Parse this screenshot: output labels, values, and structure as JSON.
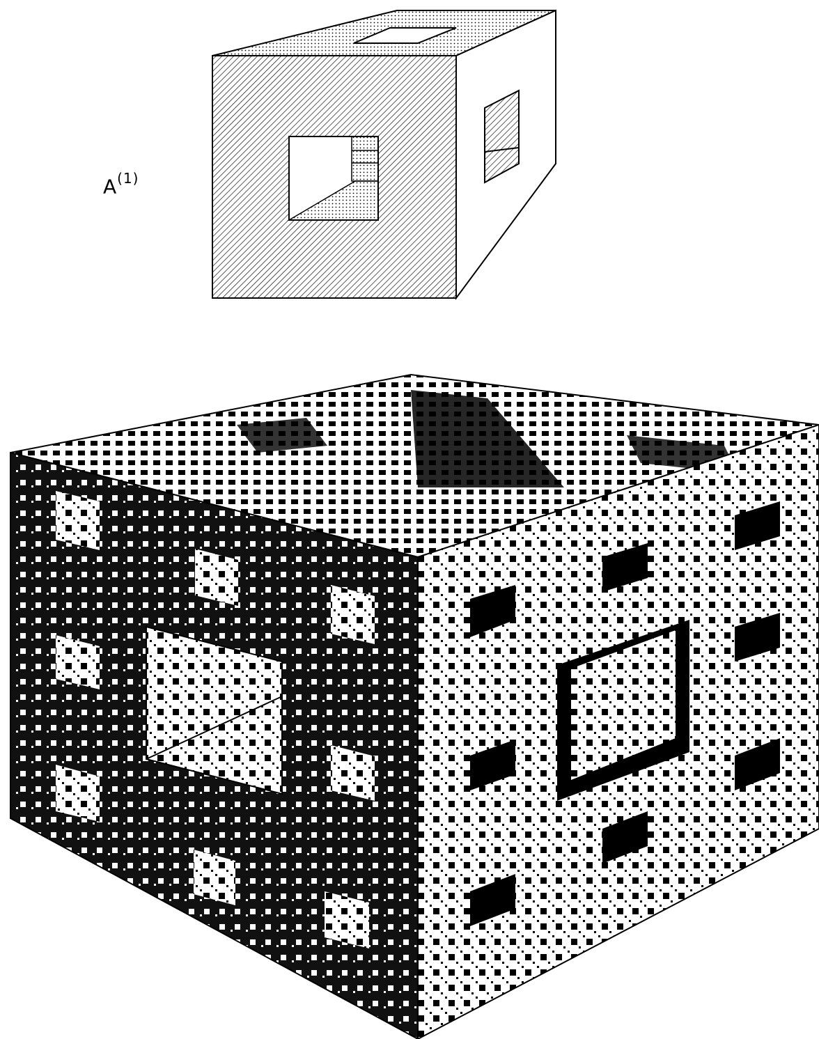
{
  "label": {
    "base": "A",
    "superscript": "(1)"
  },
  "colors": {
    "ink": "#000000",
    "paper": "#ffffff",
    "front_dark": "#1a1a1a"
  },
  "figures": {
    "top": "menger-sponge-first-iteration",
    "bottom": "menger-sponge-higher-iteration"
  }
}
